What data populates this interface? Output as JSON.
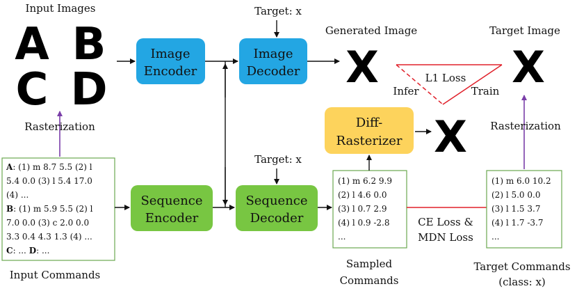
{
  "colors": {
    "encoder_blue": "#23a6e3",
    "sequence_green": "#78c642",
    "rasterizer_yellow": "#fdd35c",
    "commands_border": "#6aa84f",
    "loss_red": "#e0202a",
    "raster_arrow_purple": "#7a3ea8"
  },
  "labels": {
    "input_images": "Input Images",
    "target_x_top": "Target: x",
    "generated_image": "Generated Image",
    "target_image": "Target Image",
    "rasterization_left": "Rasterization",
    "rasterization_right": "Rasterization",
    "infer": "Infer",
    "l1_loss": "L1 Loss",
    "train": "Train",
    "target_x_bottom": "Target: x",
    "input_commands": "Input Commands",
    "sampled_commands_1": "Sampled",
    "sampled_commands_2": "Commands",
    "ce_loss_1": "CE Loss &",
    "ce_loss_2": "MDN Loss",
    "target_commands_1": "Target Commands",
    "target_commands_2": "(class: x)"
  },
  "glyphs": {
    "A": "A",
    "B": "B",
    "C": "C",
    "D": "D",
    "generated": "X",
    "target": "X",
    "rasterized": "X"
  },
  "boxes": {
    "image_encoder_1": "Image",
    "image_encoder_2": "Encoder",
    "image_decoder_1": "Image",
    "image_decoder_2": "Decoder",
    "diff_rasterizer_1": "Diff-",
    "diff_rasterizer_2": "Rasterizer",
    "sequence_encoder_1": "Sequence",
    "sequence_encoder_2": "Encoder",
    "sequence_decoder_1": "Sequence",
    "sequence_decoder_2": "Decoder"
  },
  "input_commands": {
    "a_key": "A",
    "a_line1": ": (1) m 8.7 5.5  (2) l",
    "a_line2": "5.4 0.0 (3) l 5.4 17.0",
    "a_line3": "(4) ...",
    "b_key": "B",
    "b_line1": ": (1) m 5.9 5.5 (2) l",
    "b_line2": "7.0 0.0  (3) c 2.0 0.0",
    "b_line3": "3.3 0.4 4.3 1.3  (4) ...",
    "c_key": "C",
    "c_mid": ": ... ",
    "d_key": "D",
    "d_tail": ": ..."
  },
  "sampled_commands": [
    "(1) m 6.2 9.9",
    "(2) l 4.6 0.0",
    "(3) l 0.7 2.9",
    "(4) l 0.9 -2.8",
    "..."
  ],
  "target_commands": [
    "(1) m 6.0 10.2",
    "(2) l 5.0 0.0",
    "(3) l 1.5 3.7",
    "(4) l 1.7 -3.7",
    "..."
  ]
}
